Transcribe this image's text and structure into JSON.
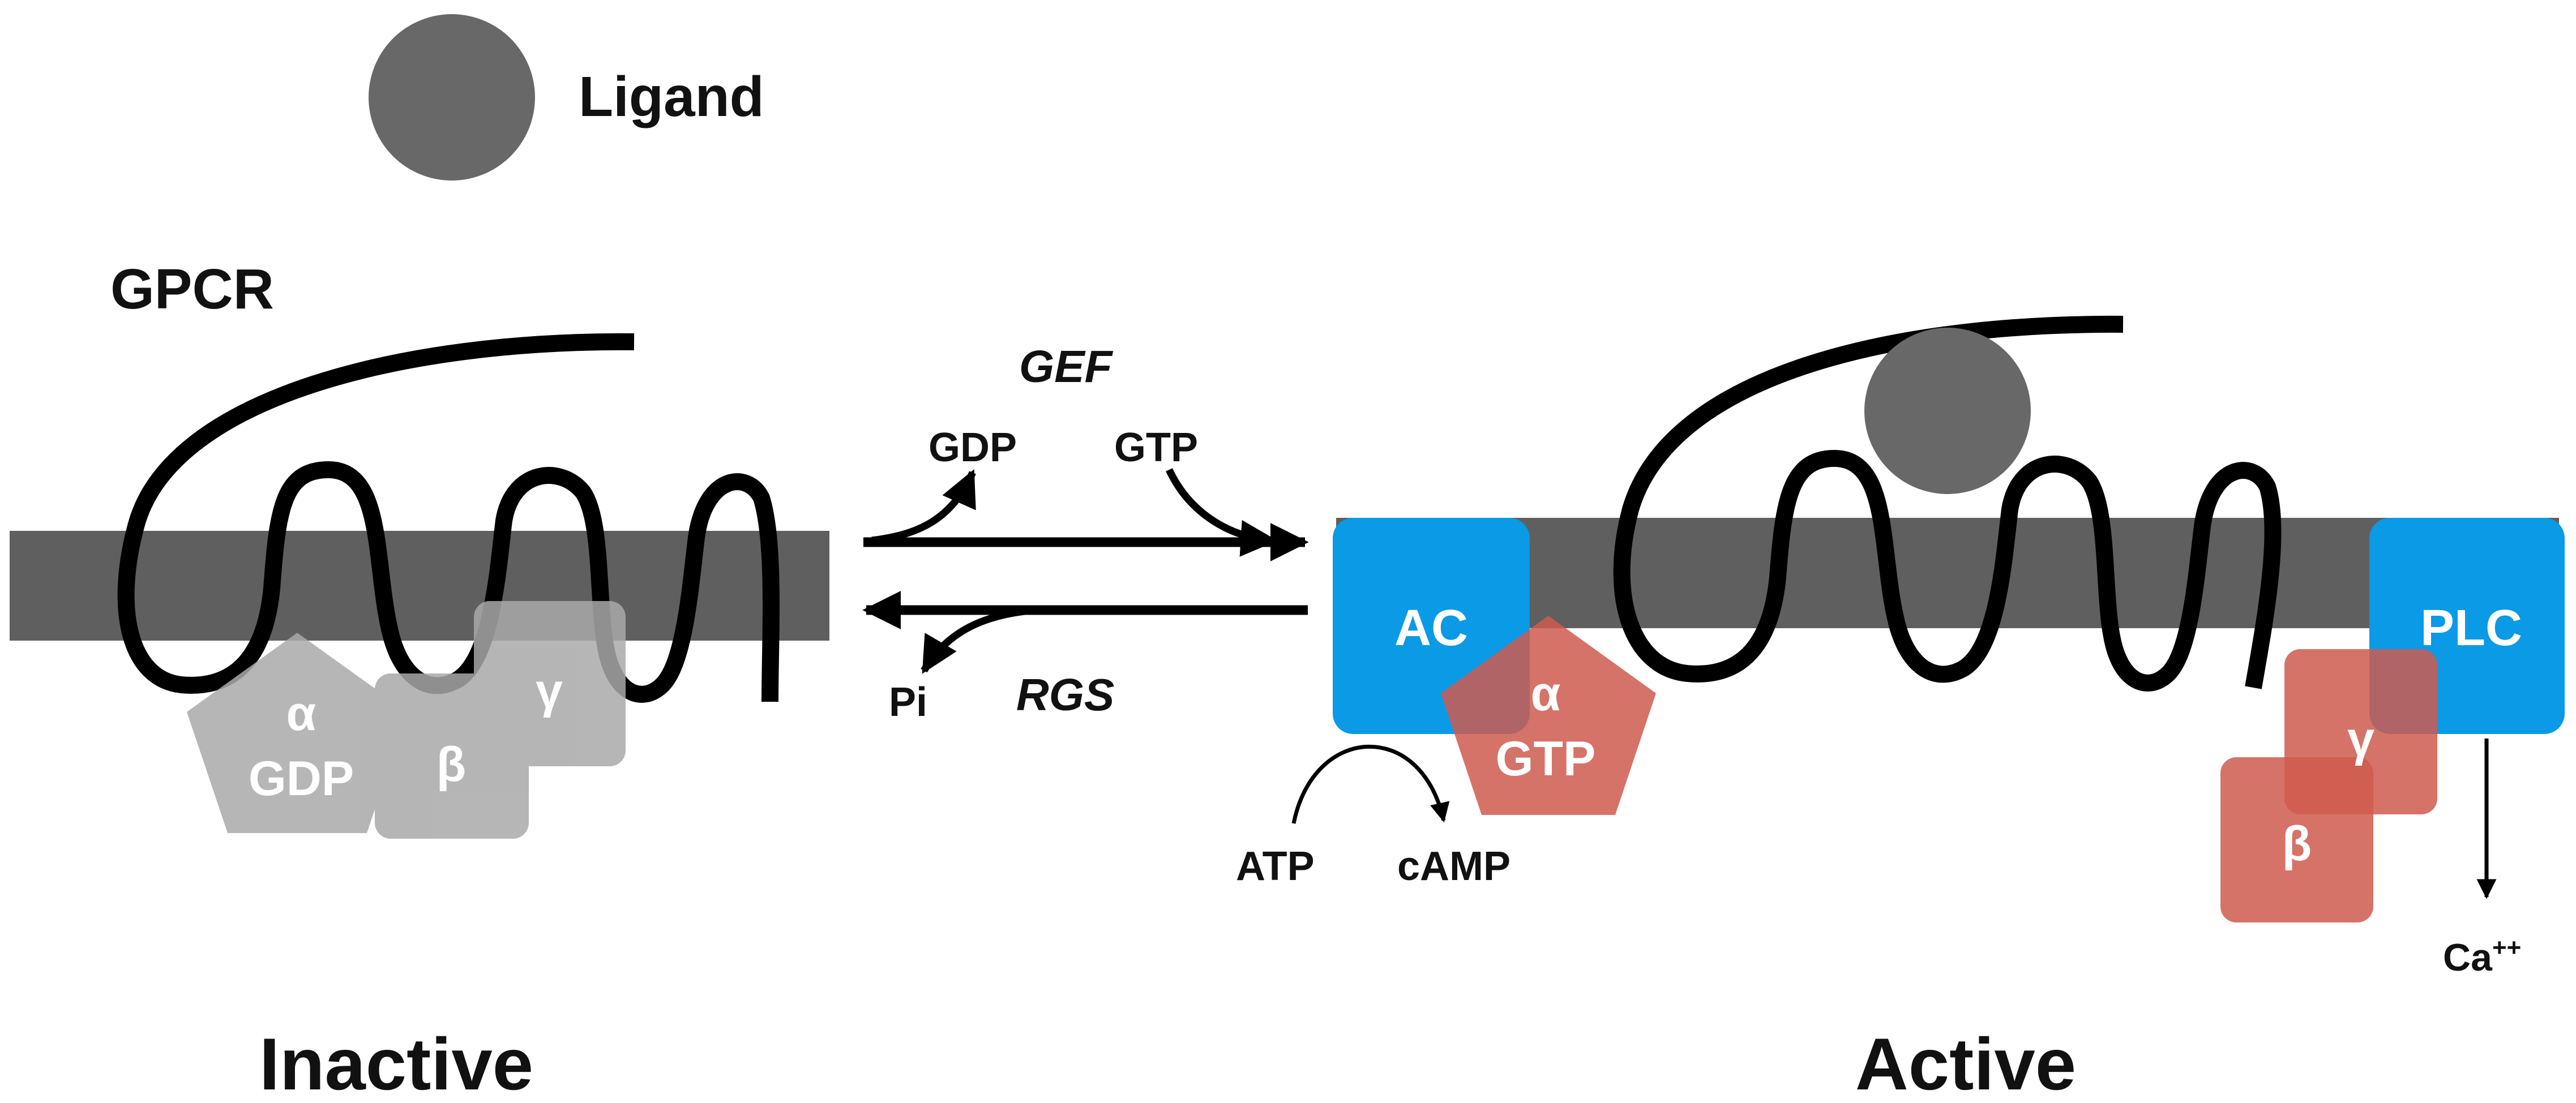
{
  "labels": {
    "ligand": "Ligand",
    "gpcr": "GPCR",
    "inactive": "Inactive",
    "active": "Active",
    "gef": "GEF",
    "rgs": "RGS",
    "gdp": "GDP",
    "gtp": "GTP",
    "pi": "Pi",
    "atp": "ATP",
    "camp": "cAMP",
    "ca_base": "Ca",
    "ca_sup": "++"
  },
  "inactive_g_protein": {
    "alpha": "α",
    "alpha_nucleotide": "GDP",
    "beta": "β",
    "gamma": "γ"
  },
  "active_complex": {
    "ac": "AC",
    "plc": "PLC",
    "alpha": "α",
    "alpha_nucleotide": "GTP",
    "beta": "β",
    "gamma": "γ"
  },
  "colors": {
    "membrane": "#5f5f5f",
    "ligand": "#686868",
    "receptor_line": "#000000",
    "inactive_subunit": "#a9a9a9",
    "effector_blue": "#0a9ae6",
    "active_subunit": "#cf5a4e"
  }
}
